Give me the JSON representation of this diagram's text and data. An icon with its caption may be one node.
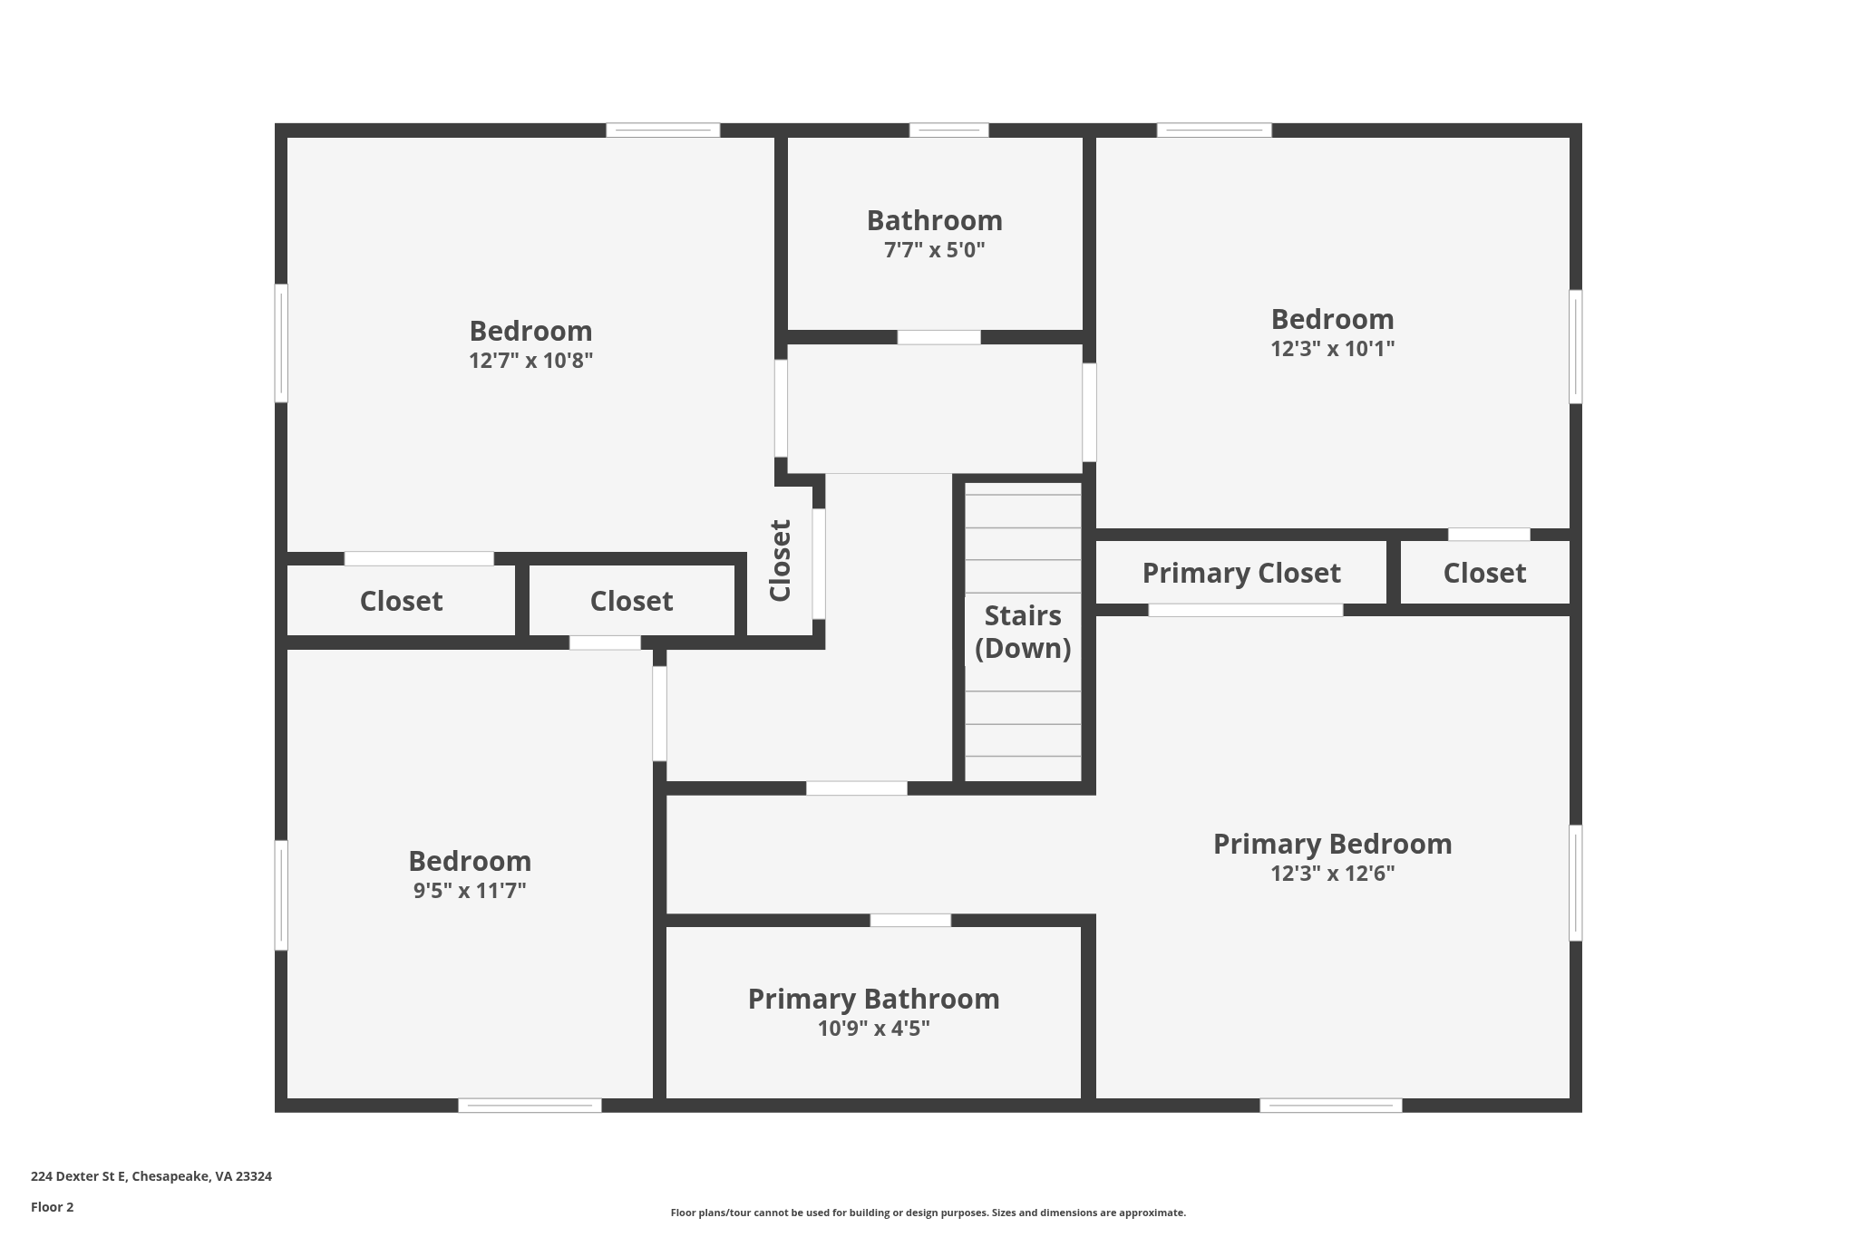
{
  "diagram": {
    "nodes": [
      {
        "text": [
          "Bedroom",
          "12'7\" x 10'8\""
        ]
      },
      {
        "text": [
          "Bathroom",
          "7'7\" x 5'0\""
        ]
      },
      {
        "text": [
          "Bedroom",
          "12'3\" x 10'1\""
        ]
      },
      {
        "text": [
          "Closet"
        ]
      },
      {
        "text": [
          "Closet"
        ]
      },
      {
        "text": [
          "Closet"
        ]
      },
      {
        "text": [
          "Stairs (Down)"
        ]
      },
      {
        "text": [
          "Primary Closet"
        ]
      },
      {
        "text": [
          "Closet"
        ]
      },
      {
        "text": [
          "Primary Bedroom",
          "12'3\" x 12'6\""
        ]
      },
      {
        "text": [
          "Bedroom",
          "9'5\" x 11'7\""
        ]
      },
      {
        "text": [
          "Primary Bathroom",
          "10'9\" x 4'5\""
        ]
      }
    ],
    "labels": [
      "224 Dexter St E, Chesapeake, VA 23324",
      "Floor 2",
      "Floor plans/tour cannot be used for building or design purposes. Sizes and dimensions are approximate."
    ]
  }
}
